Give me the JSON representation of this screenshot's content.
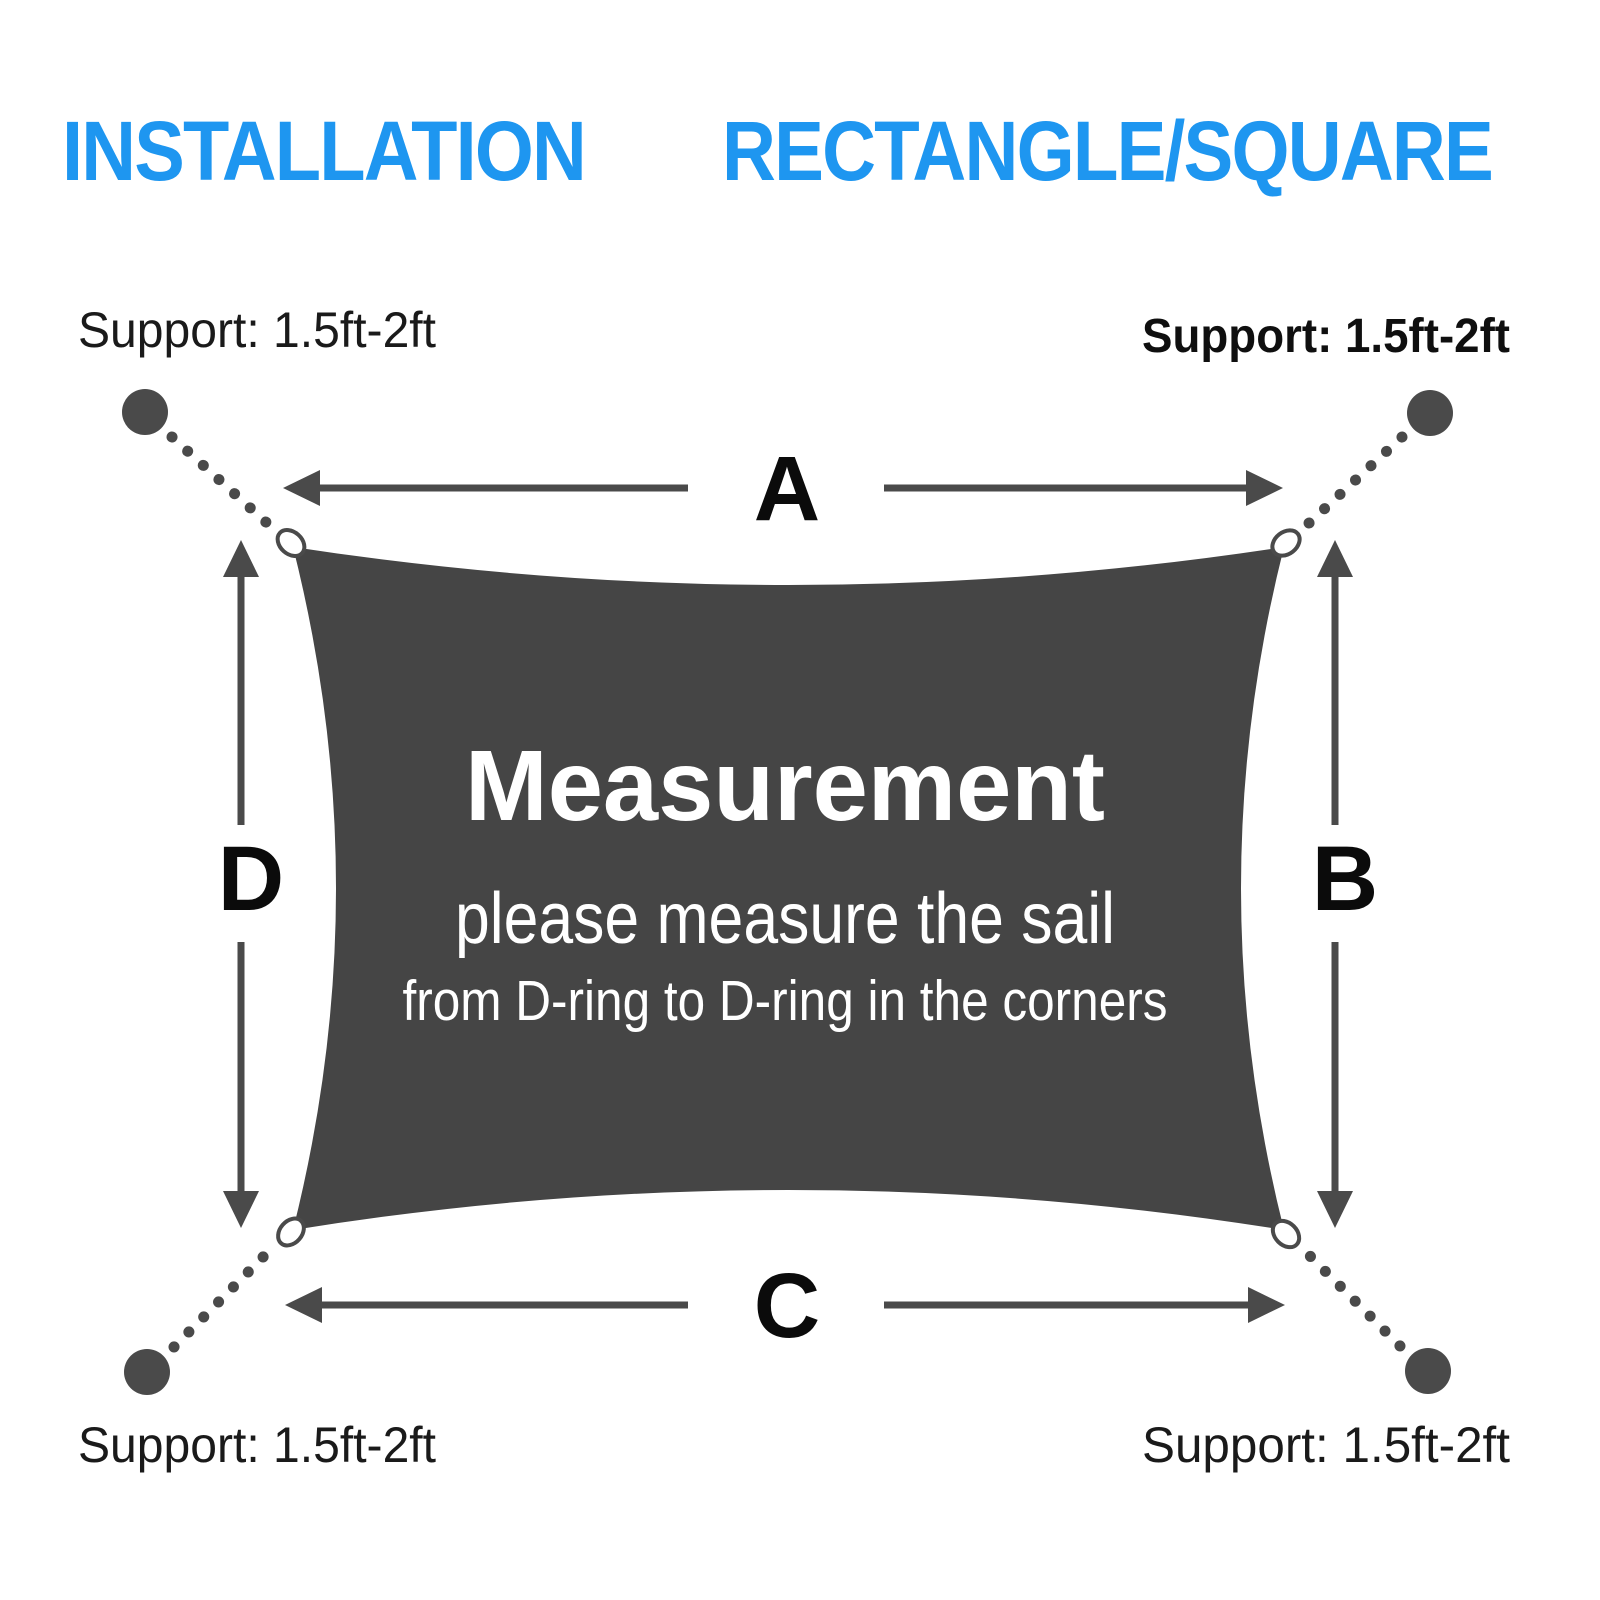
{
  "header": {
    "left": "INSTALLATION",
    "right": "RECTANGLE/SQUARE"
  },
  "supports": {
    "top_left": "Support: 1.5ft-2ft",
    "top_right": "Support: 1.5ft-2ft",
    "bottom_left": "Support: 1.5ft-2ft",
    "bottom_right": "Support: 1.5ft-2ft"
  },
  "sail": {
    "title": "Measurement",
    "subtitle": "please measure the sail",
    "note": "from D-ring to D-ring in the corners"
  },
  "dimensions": {
    "top": "A",
    "right": "B",
    "bottom": "C",
    "left": "D"
  },
  "colors": {
    "accent_blue": "#1E96F0",
    "sail_gray": "#454545",
    "arrow_gray": "#4A4A4A",
    "text_black": "#111111",
    "ring_white": "#FFFFFF"
  },
  "icons": {
    "anchor_point": "support-anchor-dot",
    "corner_ring": "d-ring",
    "tension_line": "dotted-tension-line",
    "dimension_arrow": "double-headed-arrow"
  }
}
